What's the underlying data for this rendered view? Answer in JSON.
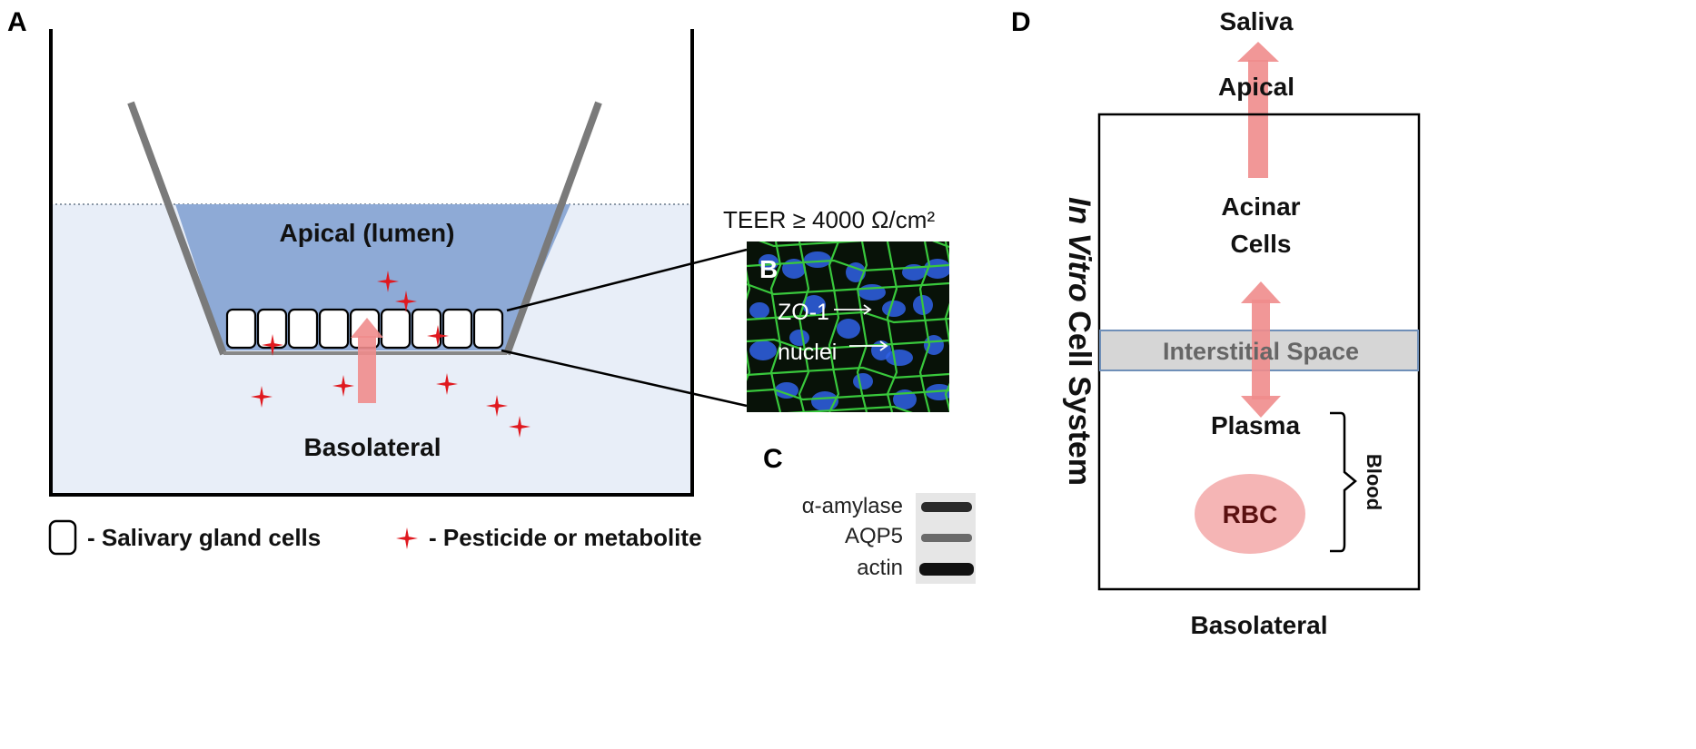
{
  "panels": {
    "a": "A",
    "b": "B",
    "c": "C",
    "d": "D"
  },
  "panel_a": {
    "apical_label": "Apical (lumen)",
    "basolateral_label": "Basolateral",
    "legend": {
      "cells_label": "- Salivary gland cells",
      "pesticide_label": "- Pesticide or metabolite"
    }
  },
  "panel_b": {
    "teer_label": "TEER ≥ 4000 Ω/cm²",
    "zo1_label": "ZO-1",
    "nuclei_label": "nuclei"
  },
  "panel_c": {
    "bands": [
      "α-amylase",
      "AQP5",
      "actin"
    ]
  },
  "panel_d": {
    "saliva": "Saliva",
    "apical": "Apical",
    "acinar_line1": "Acinar",
    "acinar_line2": "Cells",
    "interstitial": "Interstitial Space",
    "plasma": "Plasma",
    "rbc": "RBC",
    "blood": "Blood",
    "basolateral": "Basolateral",
    "system_label_italic": "In Vitro",
    "system_label_rest": " Cell System"
  },
  "colors": {
    "medium": "#e8eef8",
    "apical_fill": "#8eaad6",
    "insert_wall": "#7a7a7a",
    "arrow": "#f08c8c",
    "star": "#e0191f",
    "membrane": "#39c83c",
    "nucleus": "#2f62e6",
    "interstitial": "#d6d6d6",
    "interstitial_border": "#6f8fb8",
    "rbc_fill": "#f5b5b5",
    "rbc_text": "#5a1010"
  }
}
